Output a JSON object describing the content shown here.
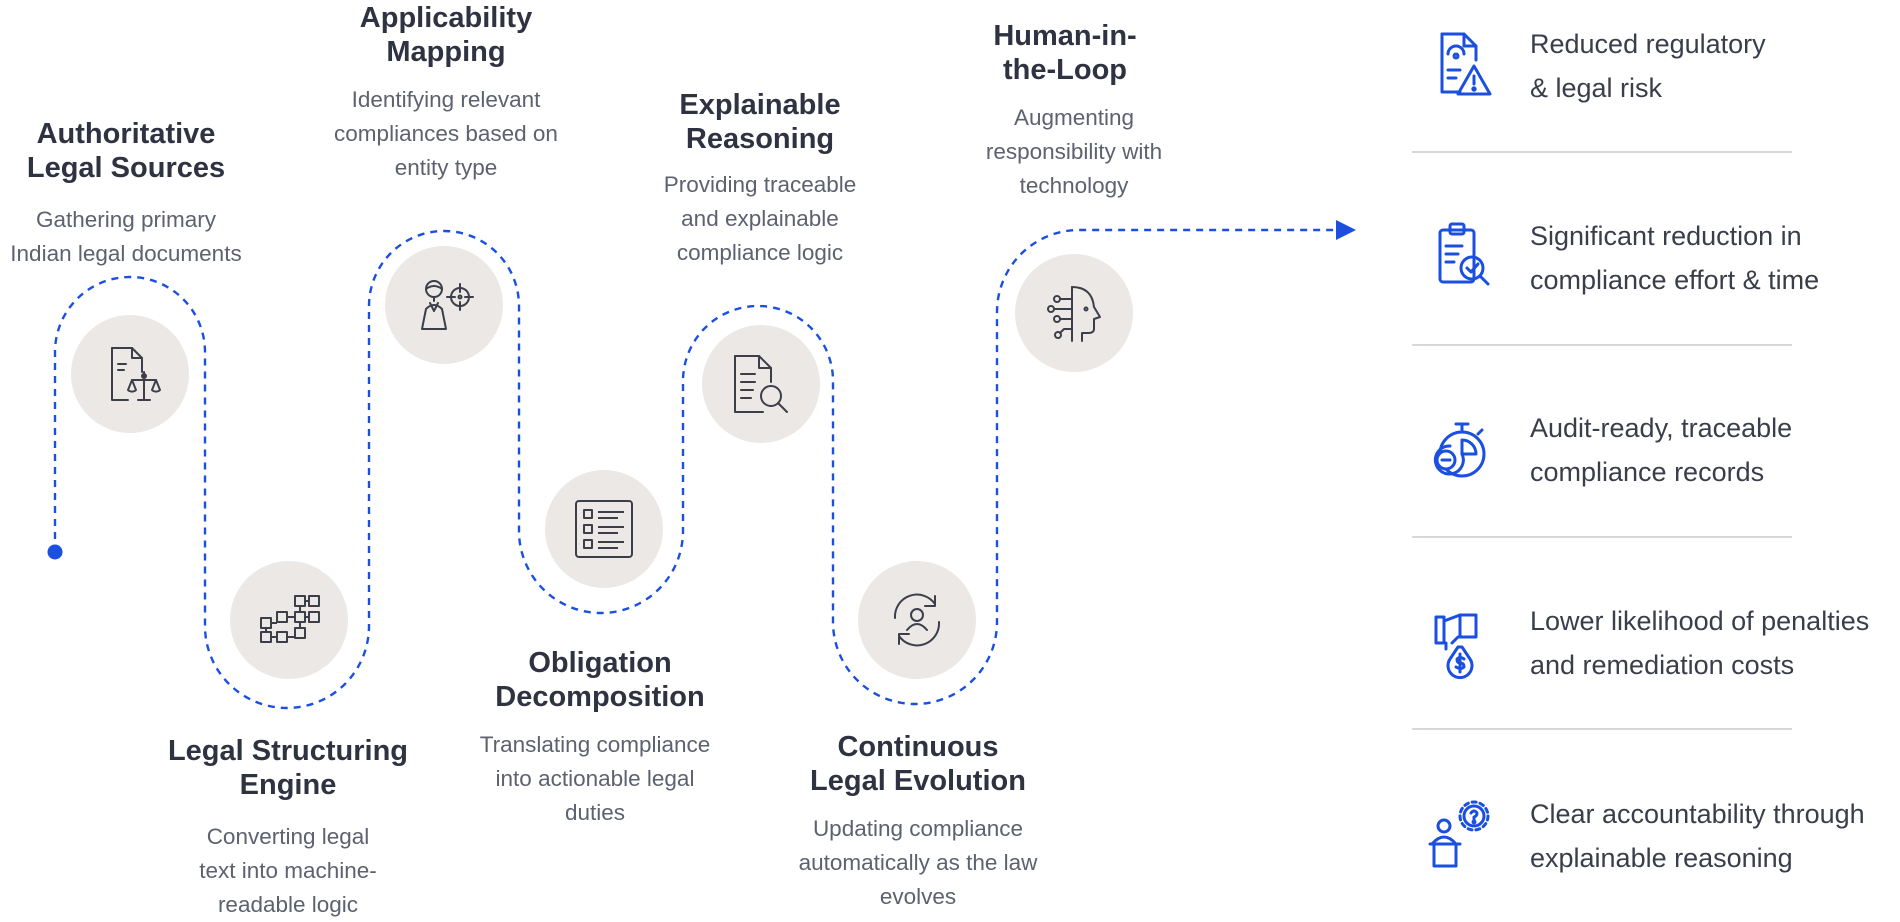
{
  "colors": {
    "accent_blue": "#1a4fe0",
    "circle_bg": "#ebe8e6",
    "title_text": "#2f3341",
    "desc_text": "#5d6170",
    "icon_stroke": "#3c3f4a"
  },
  "steps": [
    {
      "title": "Authoritative\nLegal Sources",
      "desc": "Gathering primary\nIndian legal documents",
      "icon": "legal-document-scales-icon"
    },
    {
      "title": "Legal Structuring\nEngine",
      "desc": "Converting legal\ntext into machine-\nreadable logic",
      "icon": "structure-network-icon"
    },
    {
      "title": "Applicability\nMapping",
      "desc": "Identifying relevant\ncompliances based on\nentity type",
      "icon": "person-target-icon"
    },
    {
      "title": "Obligation\nDecomposition",
      "desc": "Translating compliance\ninto actionable legal\nduties",
      "icon": "checklist-icon"
    },
    {
      "title": "Explainable\nReasoning",
      "desc": "Providing traceable\nand explainable\ncompliance logic",
      "icon": "document-search-icon"
    },
    {
      "title": "Continuous\nLegal Evolution",
      "desc": "Updating compliance\nautomatically as the law\nevolves",
      "icon": "user-refresh-icon"
    },
    {
      "title": "Human-in-\nthe-Loop",
      "desc": "Augmenting\nresponsibility with\ntechnology",
      "icon": "ai-head-icon"
    }
  ],
  "benefits": [
    {
      "text": "Reduced regulatory\n& legal risk",
      "icon": "document-warning-icon"
    },
    {
      "text": "Significant reduction in\ncompliance effort & time",
      "icon": "clipboard-check-icon"
    },
    {
      "text": "Audit-ready, traceable\ncompliance records",
      "icon": "stopwatch-chart-icon"
    },
    {
      "text": "Lower likelihood of penalties\nand remediation costs",
      "icon": "thumbs-down-money-icon"
    },
    {
      "text": "Clear accountability through\nexplainable reasoning",
      "icon": "person-podium-question-icon"
    }
  ]
}
